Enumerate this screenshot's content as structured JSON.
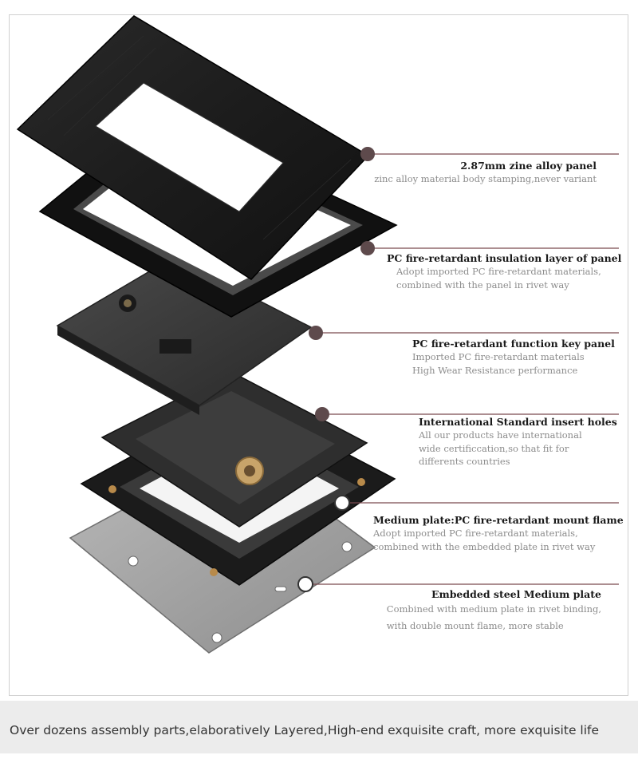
{
  "callouts": [
    {
      "title": "2.87mm zine alloy panel",
      "lines": [
        "zinc alloy material body stamping,never variant"
      ]
    },
    {
      "title": "PC fire-retardant insulation layer of panel",
      "lines": [
        "Adopt imported PC fire-retardant materials,",
        "combined with the panel in rivet way"
      ]
    },
    {
      "title": "PC fire-retardant  function key panel",
      "lines": [
        "Imported PC fire-retardant materials",
        "High Wear Resistance performance"
      ]
    },
    {
      "title": "International Standard insert holes",
      "lines": [
        "All our products have international",
        "wide certificcation,so that fit for",
        "differents countries"
      ]
    },
    {
      "title": "Medium plate:PC fire-retardant mount flame",
      "lines": [
        "Adopt imported PC fire-retardant materials,",
        "combined with the embedded plate in rivet way"
      ]
    },
    {
      "title": "Embedded steel Medium plate",
      "lines": [
        "Combined with medium plate in rivet binding,",
        "with  double mount flame, more stable"
      ]
    }
  ],
  "footer": {
    "text": "Over dozens assembly parts,elaborativeIy Layered,High-end exquisite craft,  more exquisite life"
  },
  "colors": {
    "leader_line": "#7a4a4f",
    "marker": "#5e4a4c",
    "title": "#1a1a1a",
    "description": "#8c8c8c",
    "footer_bg": "#ececec"
  }
}
